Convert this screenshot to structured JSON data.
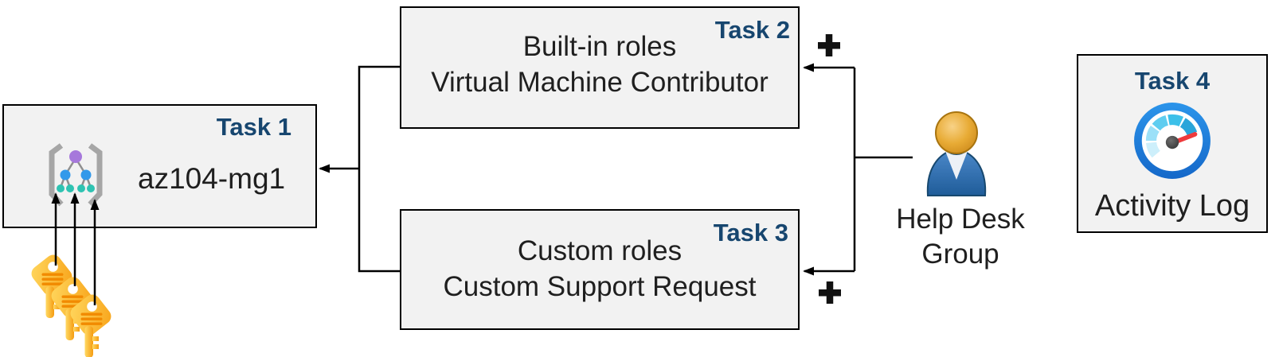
{
  "tasks": {
    "task1": {
      "label": "Task 1",
      "name": "az104-mg1",
      "icon": "management-group-icon"
    },
    "task2": {
      "label": "Task 2",
      "line1": "Built-in roles",
      "line2": "Virtual Machine Contributor"
    },
    "task3": {
      "label": "Task 3",
      "line1": "Custom roles",
      "line2": "Custom Support Request"
    },
    "task4": {
      "label": "Task 4",
      "caption": "Activity Log",
      "icon": "gauge-icon"
    }
  },
  "help_desk": {
    "line1": "Help Desk",
    "line2": "Group",
    "icon": "user-icon"
  },
  "icons": {
    "plus_glyph": "+",
    "keys": "keys-icon",
    "arrows": "arrowhead-left-and-up"
  },
  "colors": {
    "background": "#ffffff",
    "box_fill": "#f2f2f2",
    "box_border": "#000000",
    "task_label_navy": "#17466f",
    "body_text": "#1f1f1f",
    "connector_black": "#000000",
    "key_gold": "#f9a61a",
    "key_stripe_orange": "#f18a00",
    "person_body_blue": "#2f6fae",
    "person_head_gold": "#e3a62e",
    "gauge_ring_blue": "#1c81d9",
    "gauge_needle_red": "#ee3a3c",
    "mg_purple": "#a678db",
    "mg_blue": "#3399ea",
    "mg_teal": "#2fc3b2",
    "mg_bracket_gray": "#a6a6a6"
  }
}
